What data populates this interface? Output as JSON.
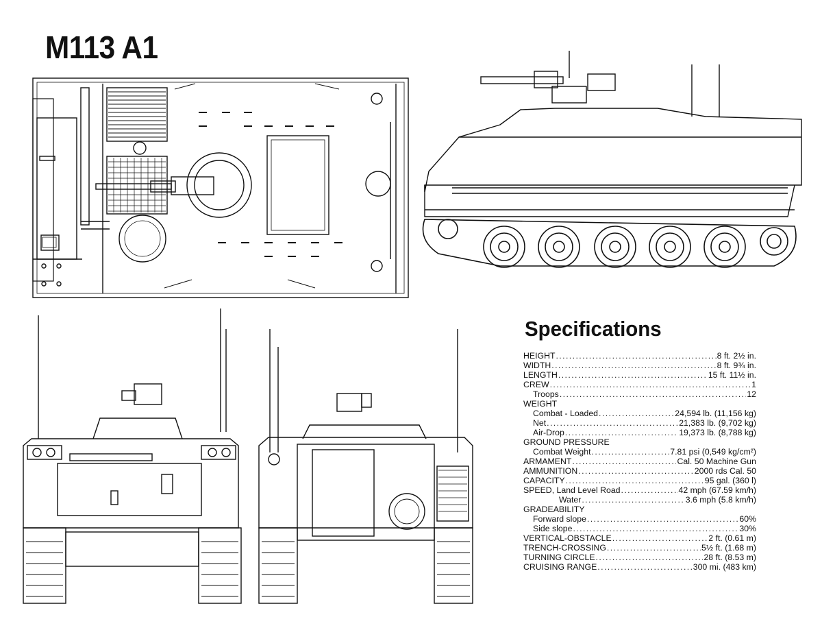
{
  "title": "M113 A1",
  "specs": {
    "heading": "Specifications",
    "rows": [
      {
        "label": "HEIGHT",
        "value": "8 ft. 2½ in."
      },
      {
        "label": "WIDTH",
        "value": "8 ft. 9¾ in."
      },
      {
        "label": "LENGTH",
        "value": "15 ft. 11½ in."
      },
      {
        "label": "CREW",
        "value": "1"
      },
      {
        "label": "Troops",
        "value": "12"
      },
      {
        "label": "WEIGHT",
        "value": ""
      },
      {
        "label": "Combat - Loaded",
        "value": "24,594 lb. (11,156 kg)"
      },
      {
        "label": "Net",
        "value": "21,383 lb. (9,702 kg)"
      },
      {
        "label": "Air-Drop",
        "value": "19,373 lb. (8,788 kg)"
      },
      {
        "label": "GROUND PRESSURE",
        "value": ""
      },
      {
        "label": "Combat Weight",
        "value": "7.81 psi (0,549 kg/cm²)"
      },
      {
        "label": "ARMAMENT",
        "value": "Cal. 50 Machine Gun"
      },
      {
        "label": "AMMUNITION",
        "value": "2000 rds Cal. 50"
      },
      {
        "label": "CAPACITY",
        "value": "95 gal. (360 l)"
      },
      {
        "label": "SPEED, Land Level Road",
        "value": "42 mph (67.59 km/h)"
      },
      {
        "label": "Water",
        "value": "3.6 mph (5.8 km/h)"
      },
      {
        "label": "GRADEABILITY",
        "value": ""
      },
      {
        "label": "Forward slope",
        "value": "60%"
      },
      {
        "label": "Side slope",
        "value": "30%"
      },
      {
        "label": "VERTICAL-OBSTACLE",
        "value": "2 ft. (0.61 m)"
      },
      {
        "label": "TRENCH-CROSSING",
        "value": "5½ ft. (1.68 m)"
      },
      {
        "label": "TURNING CIRCLE",
        "value": "28 ft. (8.53 m)"
      },
      {
        "label": "CRUISING RANGE",
        "value": "300 mi. (483 km)"
      }
    ]
  }
}
